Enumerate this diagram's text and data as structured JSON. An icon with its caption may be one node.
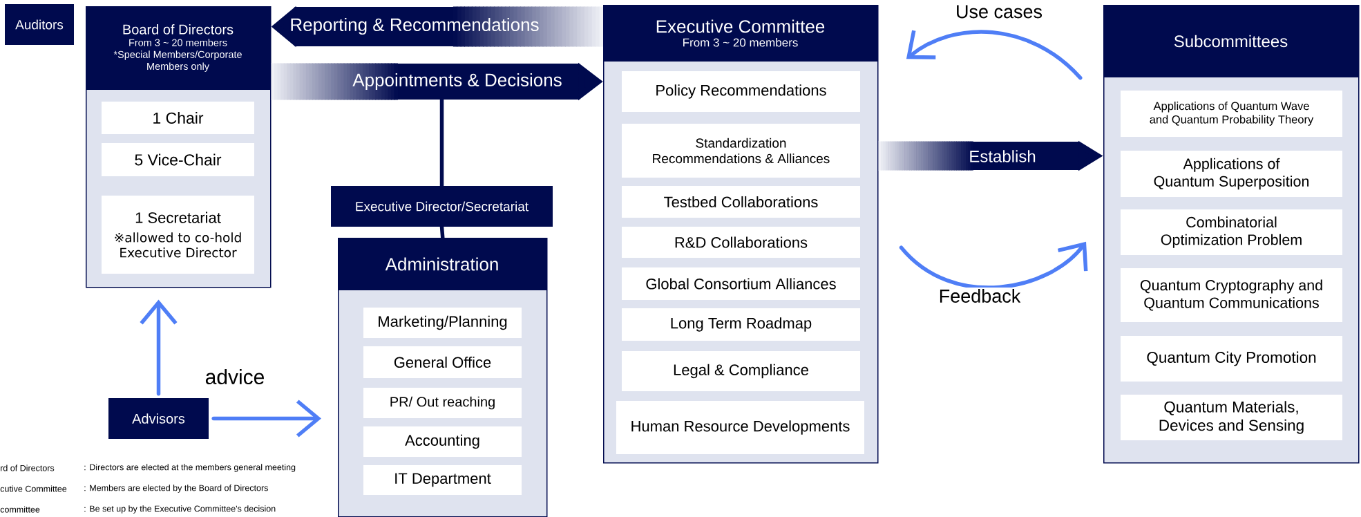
{
  "diagram": {
    "nodes": [
      {
        "text": [
          "Auditors"
        ]
      },
      {
        "text": [
          "Board of Directors",
          "From 3 ~ 20 members",
          "*Special Members/Corporate Members only"
        ]
      },
      {
        "text": [
          "1 Chair"
        ],
        "in": 1
      },
      {
        "text": [
          "5 Vice-Chair"
        ],
        "in": 1
      },
      {
        "text": [
          "1 Secretariat",
          "※allowed to co-hold Executive Director"
        ],
        "in": 1
      },
      {
        "text": [
          "Advisors"
        ]
      },
      {
        "text": [
          "Executive Director/Secretariat"
        ]
      },
      {
        "text": [
          "Administration"
        ]
      },
      {
        "text": [
          "Marketing/Planning"
        ],
        "in": 7
      },
      {
        "text": [
          "General Office"
        ],
        "in": 7
      },
      {
        "text": [
          "PR/ Out reaching"
        ],
        "in": 7
      },
      {
        "text": [
          "Accounting"
        ],
        "in": 7
      },
      {
        "text": [
          "IT Department"
        ],
        "in": 7
      },
      {
        "text": [
          "Executive Committee",
          "From 3 ~ 20 members"
        ]
      },
      {
        "text": [
          "Policy Recommendations"
        ],
        "in": 13
      },
      {
        "text": [
          "Standardization Recommendations & Alliances"
        ],
        "in": 13
      },
      {
        "text": [
          "Testbed Collaborations"
        ],
        "in": 13
      },
      {
        "text": [
          "R&D Collaborations"
        ],
        "in": 13
      },
      {
        "text": [
          "Global Consortium Alliances"
        ],
        "in": 13
      },
      {
        "text": [
          "Long Term Roadmap"
        ],
        "in": 13
      },
      {
        "text": [
          "Legal & Compliance"
        ],
        "in": 13
      },
      {
        "text": [
          "Human Resource Developments"
        ],
        "in": 13
      },
      {
        "text": [
          "Subcommittees"
        ]
      },
      {
        "text": [
          "Applications of Quantum Wave and Quantum Probability Theory"
        ],
        "in": 22
      },
      {
        "text": [
          "Applications of Quantum Superposition"
        ],
        "in": 22
      },
      {
        "text": [
          "Combinatorial Optimization Problem"
        ],
        "in": 22
      },
      {
        "text": [
          "Quantum Cryptography and Quantum Communications"
        ],
        "in": 22
      },
      {
        "text": [
          "Quantum City Promotion"
        ],
        "in": 22
      },
      {
        "text": [
          "Quantum Materials, Devices and Sensing"
        ],
        "in": 22
      }
    ],
    "edges": [
      {
        "from": 13,
        "to": 1,
        "arrow": "to",
        "label": "Reporting & Recommendations",
        "style": "thick"
      },
      {
        "from": 1,
        "to": 13,
        "arrow": "to",
        "label": "Appointments & Decisions",
        "style": "thick"
      },
      {
        "from": 6,
        "to": null,
        "arrow": "none"
      },
      {
        "from": 6,
        "to": 7,
        "arrow": "none"
      },
      {
        "from": 5,
        "to": 1,
        "arrow": "to",
        "color": "#4f7ef6"
      },
      {
        "from": 5,
        "to": 7,
        "arrow": "to",
        "label": "advice",
        "color": "#4f7ef6"
      },
      {
        "from": 22,
        "to": 13,
        "arrow": "to",
        "label": "Use cases",
        "color": "#4f7ef6"
      },
      {
        "from": 13,
        "to": 22,
        "arrow": "to",
        "label": "Feedback",
        "color": "#4f7ef6"
      },
      {
        "from": 13,
        "to": 22,
        "arrow": "to",
        "label": "Establish",
        "style": "thick"
      }
    ],
    "labels": [
      "rd of Directors",
      ": Directors are elected at the members general meeting",
      "cutive Committee",
      ": Members are elected by the Board of Directors",
      "committee",
      ": Be set up by the Executive Committee's decision"
    ]
  }
}
